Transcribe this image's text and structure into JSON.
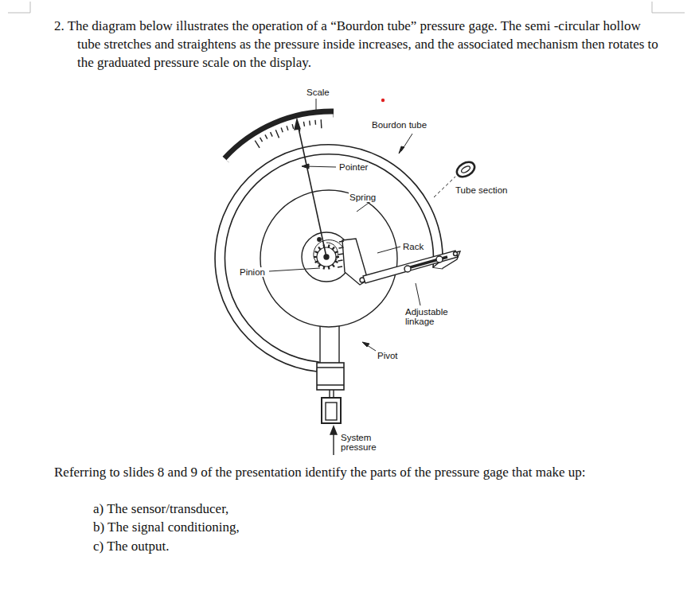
{
  "diagram": {
    "title": "2. The diagram below illustrates the operation of a “Bourdon tube” pressure gage. The semi -circular hollow tube stretches and straightens as the pressure inside increases, and the associated mechanism then rotates to the graduated pressure scale on the display.",
    "caption": "Referring to slides 8 and 9 of the presentation identify the parts of the pressure gage that make up:",
    "labels": [
      "Scale",
      "Bourdon tube",
      "Pointer",
      "Tube section",
      "Spring",
      "Rack",
      "Pinion",
      "Adjustable linkage",
      "Pivot",
      "System pressure",
      "a) The sensor/transducer,",
      "b) The signal conditioning,",
      "c) The output."
    ]
  }
}
